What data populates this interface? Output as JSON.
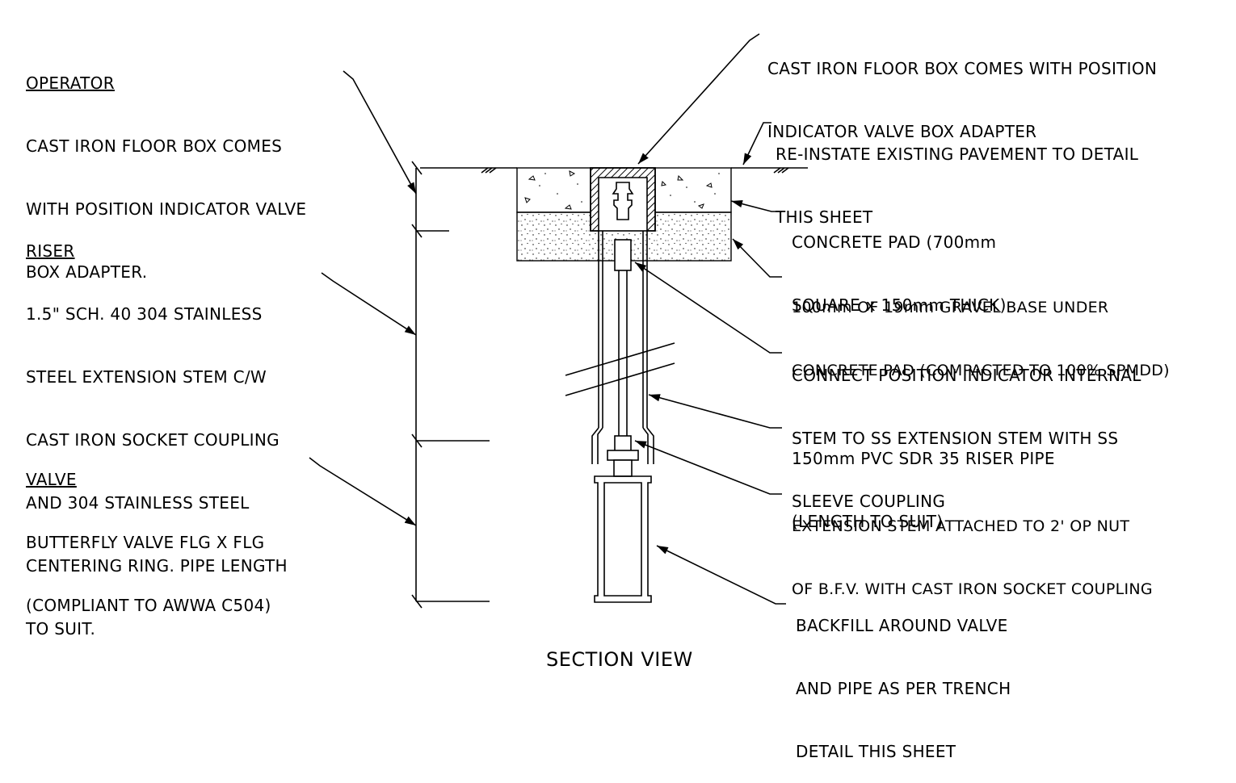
{
  "operator": {
    "heading": "OPERATOR",
    "lines": [
      "CAST IRON FLOOR BOX COMES",
      "WITH POSITION INDICATOR VALVE",
      "BOX ADAPTER."
    ]
  },
  "riser": {
    "heading": "RISER",
    "lines": [
      "1.5\" SCH. 40 304 STAINLESS",
      "STEEL EXTENSION STEM C/W",
      "CAST IRON SOCKET COUPLING",
      "AND 304 STAINLESS STEEL",
      "CENTERING RING. PIPE LENGTH",
      "TO SUIT."
    ]
  },
  "valve": {
    "heading": "VALVE",
    "lines": [
      "BUTTERFLY VALVE FLG X FLG",
      "(COMPLIANT TO AWWA C504)"
    ]
  },
  "callouts": {
    "floor_box": [
      "CAST IRON FLOOR BOX COMES WITH POSITION",
      "INDICATOR VALVE BOX ADAPTER"
    ],
    "pavement": [
      "RE-INSTATE EXISTING PAVEMENT TO DETAIL",
      "THIS SHEET"
    ],
    "concrete_pad": [
      "CONCRETE PAD (700mm",
      "SQUARE x 150mm THICK)"
    ],
    "gravel_base": [
      "100mm OF 19mm GRAVEL BASE UNDER",
      "CONCRETE PAD (COMPACTED TO 100% SPMDD)"
    ],
    "connect_stem": [
      "CONNECT POSITION INDICATOR INTERNAL",
      "STEM TO SS EXTENSION STEM WITH SS",
      "SLEEVE COUPLING"
    ],
    "riser_pipe": [
      "150mm PVC SDR 35 RISER PIPE",
      "(LENGTH TO SUIT)"
    ],
    "extension_stem": [
      "EXTENSION STEM ATTACHED TO 2' OP NUT",
      "OF B.F.V. WITH CAST IRON SOCKET COUPLING"
    ],
    "backfill": [
      "BACKFILL AROUND VALVE",
      "AND PIPE AS PER TRENCH",
      "DETAIL THIS SHEET"
    ]
  },
  "view_title": "SECTION VIEW"
}
